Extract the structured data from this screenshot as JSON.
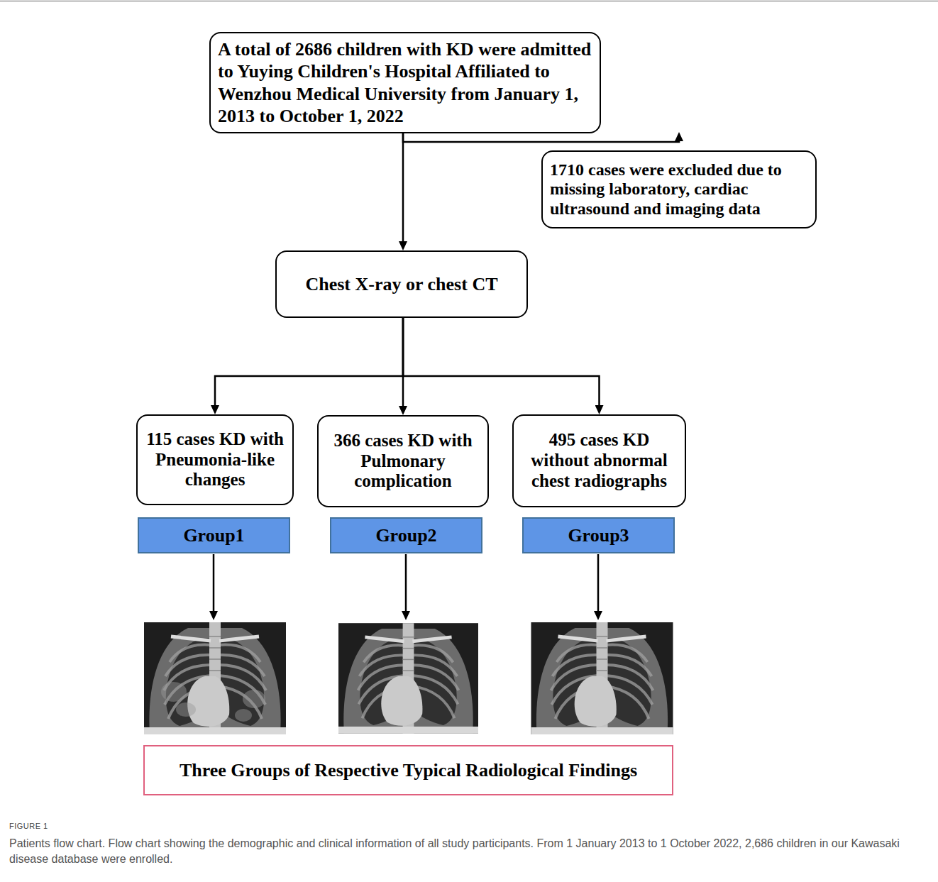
{
  "diagram": {
    "caption": "Patients flow chart. Flow chart showing the demographic and clinical information of all study participants. From 1 January 2013 to 1 October 2022, 2,686 children in our Kawasaki disease database were enrolled.",
    "nodes": [
      {
        "text": [
          "A total of 2686 children with KD were admitted to Yuying Children's Hospital Affiliated to Wenzhou Medical University from January 1, 2013 to October 1, 2022"
        ]
      },
      {
        "text": [
          "1710 cases were excluded due to missing laboratory, cardiac ultrasound and imaging data"
        ]
      },
      {
        "text": [
          "Chest X-ray or chest CT"
        ]
      },
      {
        "text": [
          "115 cases KD with Pneumonia-like changes"
        ]
      },
      {
        "text": [
          "366 cases KD with Pulmonary complication"
        ]
      },
      {
        "text": [
          "495 cases KD without abnormal chest radiographs"
        ]
      },
      {
        "text": [
          "Group1"
        ]
      },
      {
        "text": [
          "Group2"
        ]
      },
      {
        "text": [
          "Group3"
        ]
      },
      {
        "text": [
          "Three Groups of Respective Typical Radiological Findings"
        ]
      }
    ],
    "edges": [
      {
        "from": 0,
        "to": 2,
        "arrow": "to"
      },
      {
        "from": 0,
        "to": 1,
        "arrow": "to"
      },
      {
        "from": 2,
        "to": 3,
        "arrow": "to"
      },
      {
        "from": 2,
        "to": 4,
        "arrow": "to"
      },
      {
        "from": 2,
        "to": 5,
        "arrow": "to"
      }
    ],
    "labels": [
      "FIGURE 1"
    ]
  }
}
